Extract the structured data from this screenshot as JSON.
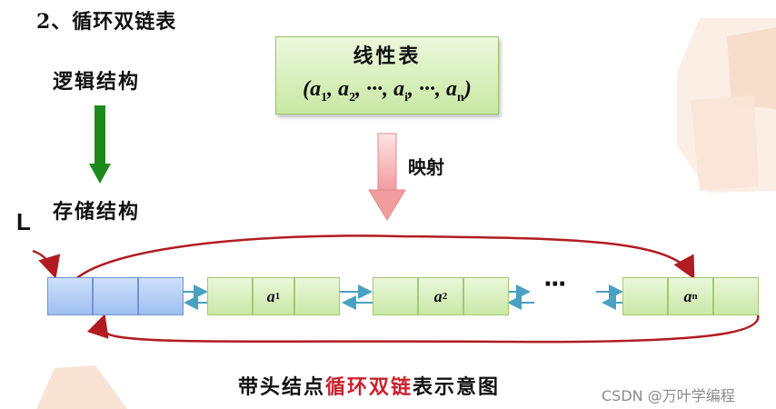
{
  "heading": "2、循环双链表",
  "logical_structure_label": "逻辑结构",
  "storage_structure_label": "存储结构",
  "linear_list": {
    "title": "线性表",
    "sequence": "(a1, a2, ···, ai, ···, an)"
  },
  "mapping_label": "映射",
  "head_pointer_label": "L",
  "nodes": [
    {
      "kind": "head",
      "data_label": ""
    },
    {
      "kind": "data",
      "data_label": "a1"
    },
    {
      "kind": "data",
      "data_label": "a2"
    },
    {
      "kind": "data",
      "data_label": "an"
    }
  ],
  "ellipsis": "···",
  "caption": {
    "prefix": "带头结点",
    "highlight": "循环双链",
    "suffix": "表示意图"
  },
  "watermark": "CSDN @万叶学编程",
  "colors": {
    "node_green": "#c9e8a6",
    "head_blue": "#9fbff0",
    "down_arrow": "#1e8a1e",
    "mapping_arrow": "#f4a9aa",
    "circular_arrow": "#b01c22",
    "pointer_arrow": "#4aa0c0",
    "highlight_text": "#c8202a"
  }
}
